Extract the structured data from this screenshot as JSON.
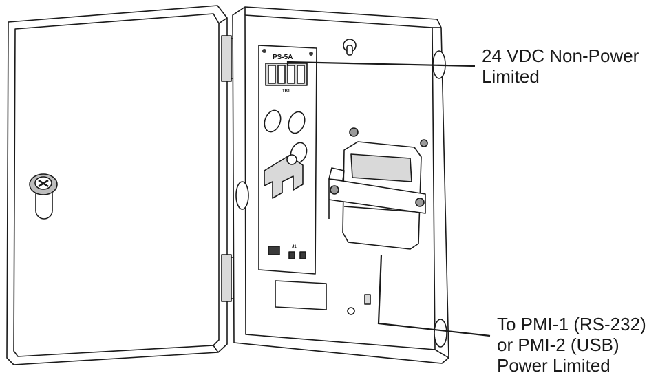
{
  "callouts": {
    "top": {
      "line1": "24 VDC Non-Power",
      "line2": "Limited"
    },
    "bottom": {
      "line1": "To PMI-1 (RS-232)",
      "line2": "or PMI-2 (USB)",
      "line3": "Power Limited"
    }
  },
  "board": {
    "model_label": "PS-5A",
    "terminal_label": "TB1",
    "jumper_label": "J1"
  },
  "colors": {
    "line": "#1a1a1a",
    "fill": "#ffffff",
    "shade": "#d9d9d9",
    "dark": "#3a3a3a"
  }
}
